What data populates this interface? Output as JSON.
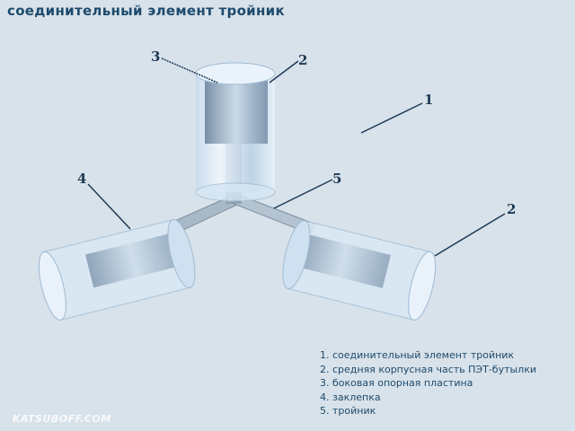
{
  "title": "соединительный элемент тройник",
  "callouts": {
    "n1": "1",
    "n2a": "2",
    "n2b": "2",
    "n3": "3",
    "n4": "4",
    "n5": "5"
  },
  "legend": [
    "1. соединительный элемент тройник",
    "2. средняя корпусная часть ПЭТ-бутылки",
    "3. боковая опорная пластина",
    "4. заклепка",
    "5. тройник"
  ],
  "watermark": "KATSUBOFF.COM",
  "colors": {
    "background": "#d8e2ea",
    "text": "#1d4a6c"
  }
}
